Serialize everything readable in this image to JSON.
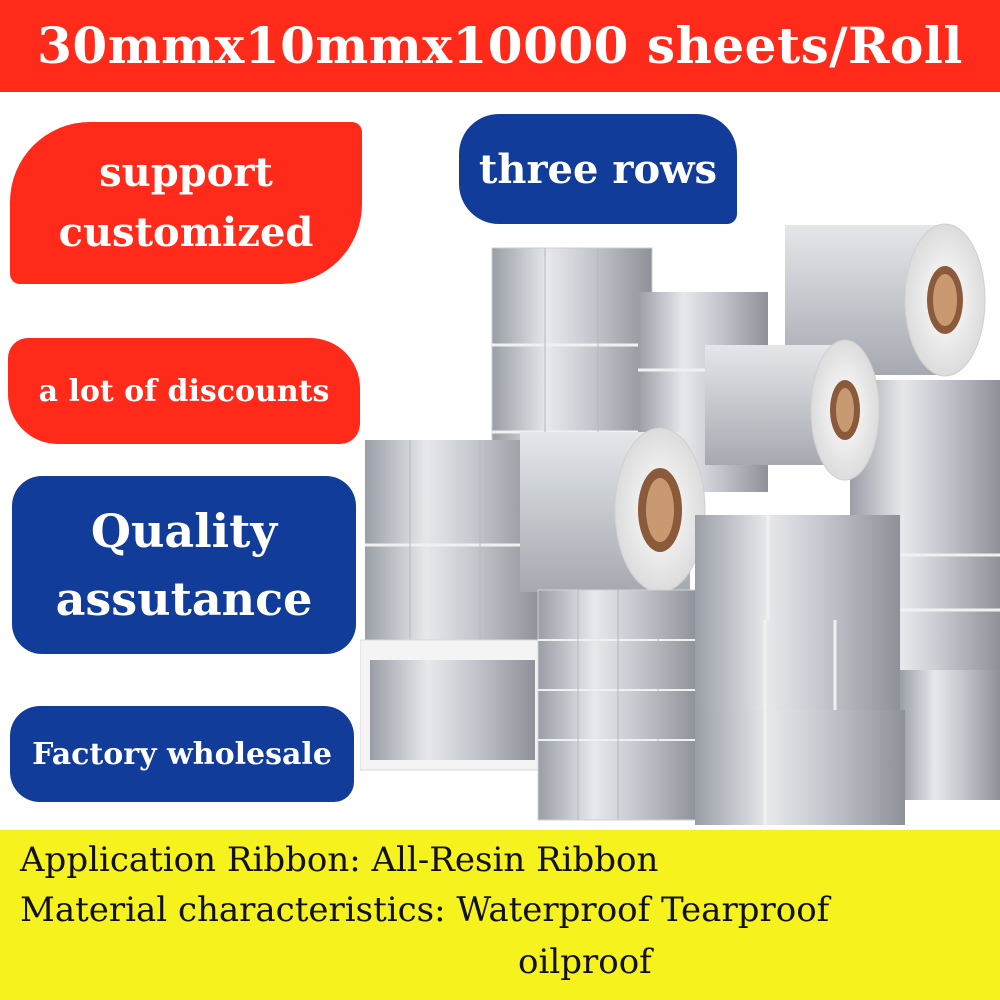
{
  "banner": {
    "text": "30mmx10mmx10000 sheets/Roll",
    "color": "#ff2a1a"
  },
  "badges": {
    "customized": {
      "line1": "support",
      "line2": "customized",
      "color": "#ff2a1a"
    },
    "rows": {
      "text": "three rows",
      "color": "#123c9a"
    },
    "discounts": {
      "text": "a lot of discounts",
      "color": "#ff2a1a"
    },
    "quality": {
      "line1": "Quality",
      "line2": "assutance",
      "color": "#123c9a"
    },
    "factory": {
      "text": "Factory wholesale",
      "color": "#123c9a"
    }
  },
  "bottom": {
    "line1": "Application Ribbon: All-Resin Ribbon",
    "line2": "Material characteristics: Waterproof Tearproof",
    "line3": "oilproof",
    "color": "#f6f21e"
  }
}
